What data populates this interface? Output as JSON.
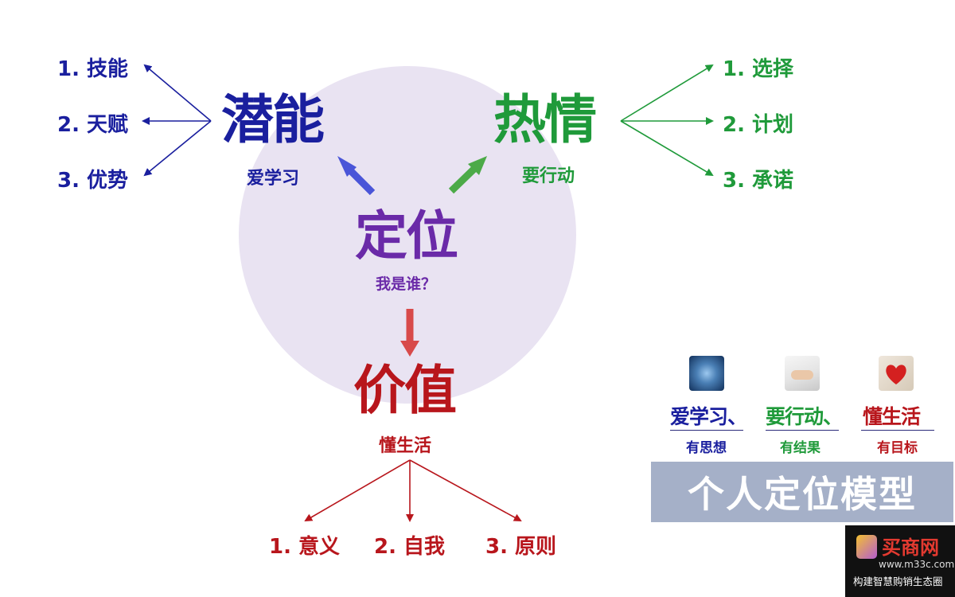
{
  "center": {
    "title": "定位",
    "subtitle": "我是谁？"
  },
  "potential": {
    "title": "潜能",
    "subtitle": "爱学习",
    "items": [
      "1. 技能",
      "2. 天赋",
      "3. 优势"
    ]
  },
  "passion": {
    "title": "热情",
    "subtitle": "要行动",
    "items": [
      "1. 选择",
      "2. 计划",
      "3. 承诺"
    ]
  },
  "value": {
    "title": "价值",
    "subtitle": "懂生活",
    "items": [
      "1. 意义",
      "2. 自我",
      "3. 原则"
    ]
  },
  "summary": {
    "cards": [
      {
        "title": "爱学习、",
        "sub": "有思想",
        "icon": "brain-icon",
        "color": "#1a1f9e"
      },
      {
        "title": "要行动、",
        "sub": "有结果",
        "icon": "hand-keyboard-icon",
        "color": "#1f9a3a"
      },
      {
        "title": "懂生活",
        "sub": "有目标",
        "icon": "heart-icon",
        "color": "#b8161c"
      }
    ],
    "banner": "个人定位模型"
  },
  "watermark": {
    "name": "买商网",
    "url": "www.m33c.com",
    "tagline": "构建智慧购销生态圈"
  },
  "colors": {
    "blue": "#1a1f9e",
    "green": "#1f9a3a",
    "purple": "#6a2aa8",
    "red": "#b8161c",
    "circle": "#e9e3f2",
    "banner": "#a5b0c8"
  }
}
